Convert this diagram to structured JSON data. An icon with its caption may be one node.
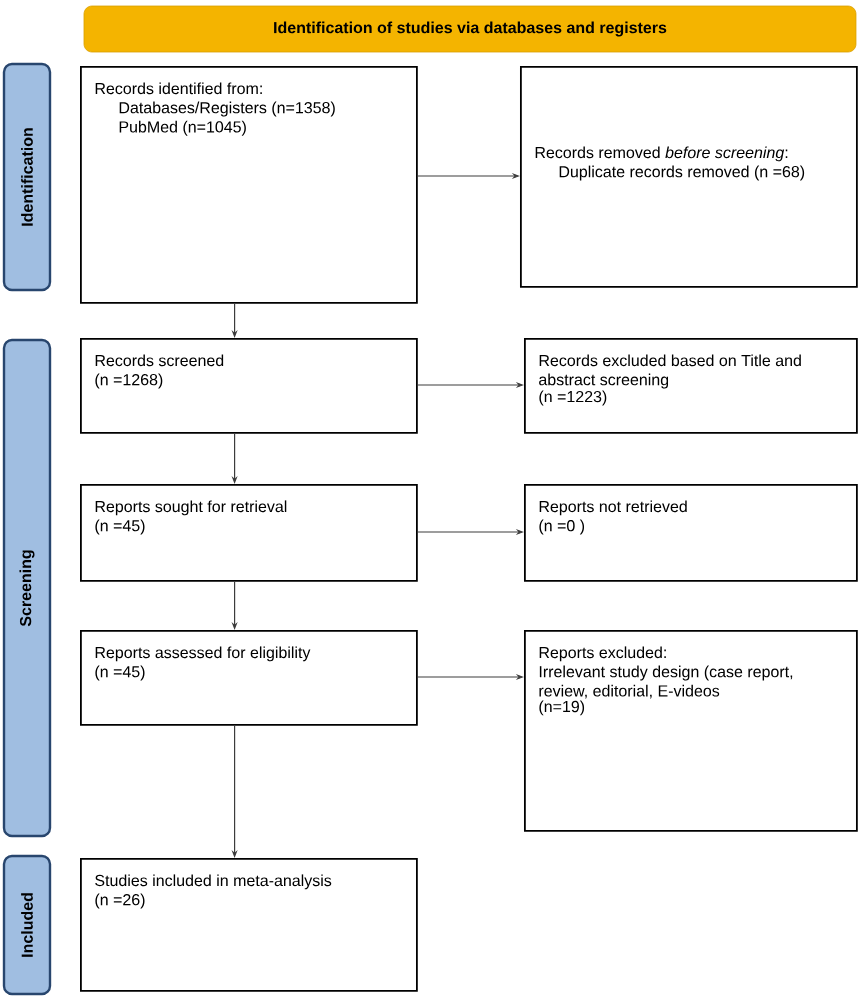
{
  "diagram": {
    "nodes": [
      {
        "text": [
          "Identification of studies via databases and registers"
        ]
      },
      {
        "text": [
          "Identification"
        ]
      },
      {
        "text": [
          "Records identified from:",
          "Databases/Registers (n=1358)",
          "PubMed (n=1045)"
        ]
      },
      {
        "text": [
          "Records removed *before screening*:",
          "Duplicate records removed (n =68)"
        ]
      },
      {
        "text": [
          "Screening"
        ]
      },
      {
        "text": [
          "Records screened",
          "(n =1268)"
        ]
      },
      {
        "text": [
          "Records excluded based on Title and abstract screening",
          "(n =1223)"
        ]
      },
      {
        "text": [
          "Reports sought for retrieval",
          "(n =45)"
        ]
      },
      {
        "text": [
          "Reports not retrieved",
          "(n =0 )"
        ]
      },
      {
        "text": [
          "Reports assessed for eligibility",
          "(n =45)"
        ]
      },
      {
        "text": [
          "Reports excluded:",
          "Irrelevant study design (case report, review, editorial, E-videos",
          "(n=19)"
        ]
      },
      {
        "text": [
          "Included"
        ]
      },
      {
        "text": [
          "Studies included in meta-analysis",
          "(n =26)"
        ]
      }
    ],
    "edges": [
      {
        "from": 2,
        "to": 3,
        "arrow": "to"
      },
      {
        "from": 2,
        "to": 5,
        "arrow": "to"
      },
      {
        "from": 5,
        "to": 6,
        "arrow": "to"
      },
      {
        "from": 5,
        "to": 7,
        "arrow": "to"
      },
      {
        "from": 7,
        "to": 8,
        "arrow": "to"
      },
      {
        "from": 7,
        "to": 9,
        "arrow": "to"
      },
      {
        "from": 9,
        "to": 10,
        "arrow": "to"
      },
      {
        "from": 9,
        "to": 12,
        "arrow": "to"
      }
    ]
  }
}
